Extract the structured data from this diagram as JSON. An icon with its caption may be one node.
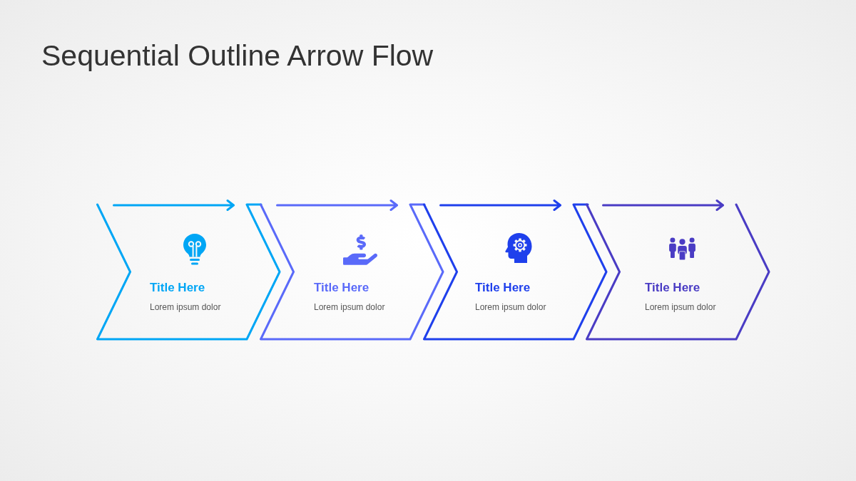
{
  "diagram": {
    "title": "Sequential Outline Arrow Flow",
    "nodes": [
      {
        "text": [
          "Title Here",
          "Lorem ipsum dolor"
        ]
      },
      {
        "text": [
          "Title Here",
          "Lorem ipsum dolor"
        ]
      },
      {
        "text": [
          "Title Here",
          "Lorem ipsum dolor"
        ]
      },
      {
        "text": [
          "Title Here",
          "Lorem ipsum dolor"
        ]
      }
    ]
  }
}
